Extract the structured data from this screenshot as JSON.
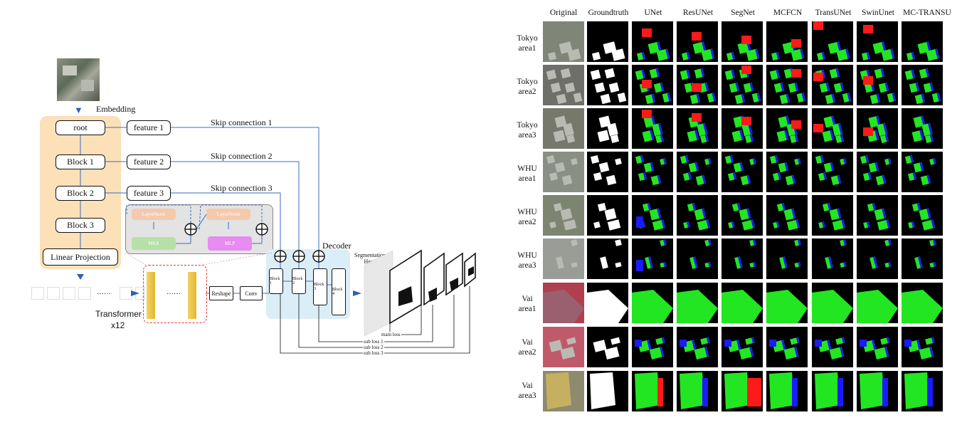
{
  "diagram": {
    "embedding_label": "Embedding",
    "encoder": [
      "root",
      "Block 1",
      "Block 2",
      "Block 3",
      "Linear Projection"
    ],
    "features": [
      "feature 1",
      "feature 2",
      "feature 3"
    ],
    "skips": [
      "Skip connection 1",
      "Skip connection 2",
      "Skip connection 3"
    ],
    "inner": {
      "layernorm1": "LayerNorm",
      "layernorm2": "LayerNorm",
      "msa": "MSA",
      "mlp": "MLP"
    },
    "tokens_ellipsis": "……",
    "transformer_label": "Transformer",
    "transformer_count": "x12",
    "reshape": "Reshape",
    "conv": "Conv",
    "decoder_label": "Decoder",
    "decoder_blocks": [
      "Block 1",
      "Block 2",
      "Block 3",
      "Block 4"
    ],
    "seg_head_label": "Segmentation Head",
    "losses": [
      "main loss",
      "sub loss 1",
      "sub loss 2",
      "sub loss 3"
    ]
  },
  "grid": {
    "columns": [
      "Original",
      "Groundtruth",
      "UNet",
      "ResUNet",
      "SegNet",
      "MCFCN",
      "TransUNet",
      "SwinUnet",
      "MC-TRANSU"
    ],
    "rows": [
      {
        "city": "Tokyo",
        "area": "area1"
      },
      {
        "city": "Tokyo",
        "area": "area2"
      },
      {
        "city": "Tokyo",
        "area": "area3"
      },
      {
        "city": "WHU",
        "area": "area1"
      },
      {
        "city": "WHU",
        "area": "area2"
      },
      {
        "city": "WHU",
        "area": "area3"
      },
      {
        "city": "Vai",
        "area": "area1"
      },
      {
        "city": "Vai",
        "area": "area2"
      },
      {
        "city": "Vai",
        "area": "area3"
      }
    ],
    "colors": {
      "building": "#22e622",
      "false_positive": "#ff1a1a",
      "false_negative": "#1a1aff",
      "background": "#000000"
    }
  }
}
